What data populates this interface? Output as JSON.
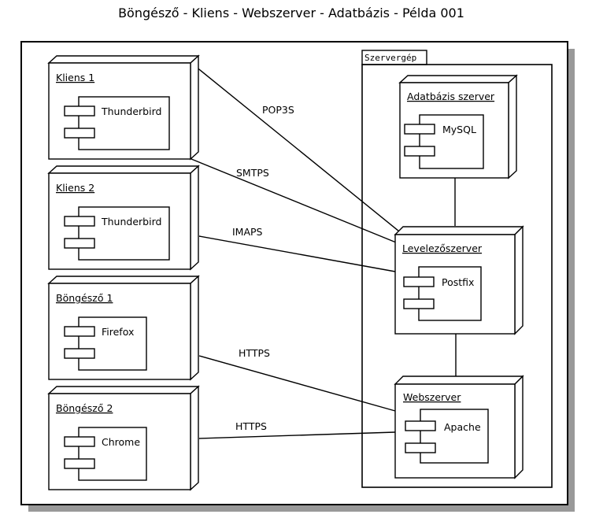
{
  "title": "Böngésző - Kliens - Webszerver - Adatbázis - Példa 001",
  "container": {
    "label": "Szervergép"
  },
  "nodes": {
    "kliens1": {
      "label": "Kliens 1",
      "component": "Thunderbird"
    },
    "kliens2": {
      "label": "Kliens 2",
      "component": "Thunderbird"
    },
    "bongeszo1": {
      "label": "Böngésző 1",
      "component": "Firefox"
    },
    "bongeszo2": {
      "label": "Böngésző 2",
      "component": "Chrome"
    },
    "adatbazis": {
      "label": "Adatbázis szerver",
      "component": "MySQL"
    },
    "levelezo": {
      "label": "Levelezőszerver",
      "component": "Postfix"
    },
    "web": {
      "label": "Webszerver",
      "component": "Apache"
    }
  },
  "edges": {
    "pop3s": "POP3S",
    "smtps": "SMTPS",
    "imaps": "IMAPS",
    "https1": "HTTPS",
    "https2": "HTTPS"
  }
}
